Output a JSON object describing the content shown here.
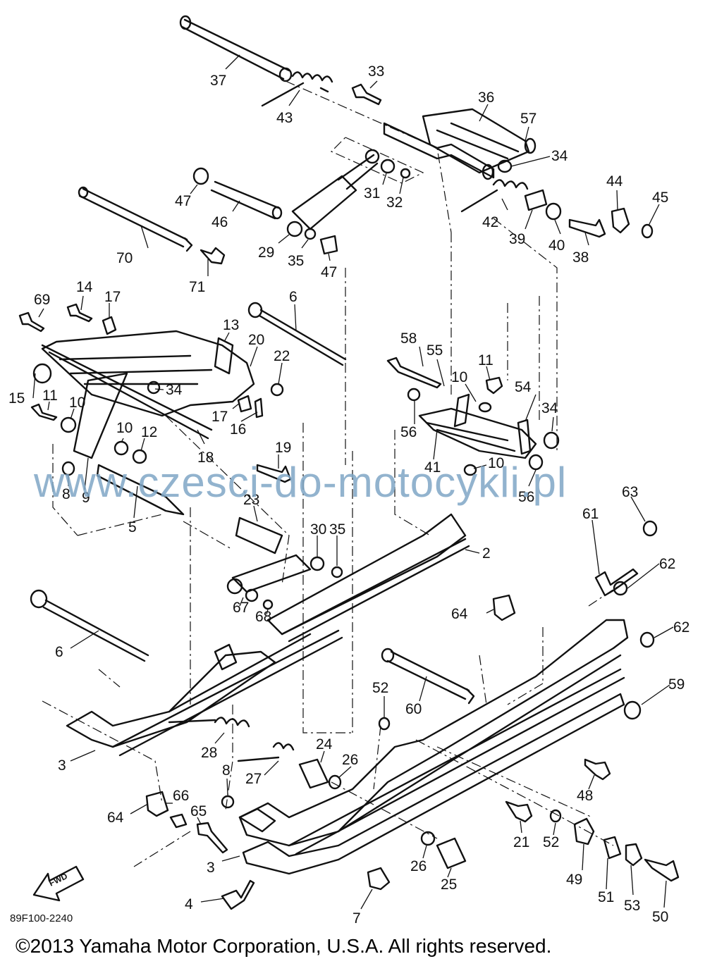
{
  "diagram": {
    "catalog_code": "89F100-2240",
    "copyright": "©2013 Yamaha Motor Corporation, U.S.A. All rights reserved.",
    "watermark": "www.czesci-do-motocykli.pl",
    "fwd_label": "FWD",
    "callouts": [
      {
        "id": "c37",
        "text": "37"
      },
      {
        "id": "c43",
        "text": "43"
      },
      {
        "id": "c33",
        "text": "33"
      },
      {
        "id": "c36",
        "text": "36"
      },
      {
        "id": "c57",
        "text": "57"
      },
      {
        "id": "c34a",
        "text": "34"
      },
      {
        "id": "c44",
        "text": "44"
      },
      {
        "id": "c45",
        "text": "45"
      },
      {
        "id": "c47a",
        "text": "47"
      },
      {
        "id": "c46",
        "text": "46"
      },
      {
        "id": "c31",
        "text": "31"
      },
      {
        "id": "c32",
        "text": "32"
      },
      {
        "id": "c42",
        "text": "42"
      },
      {
        "id": "c39",
        "text": "39"
      },
      {
        "id": "c40",
        "text": "40"
      },
      {
        "id": "c38",
        "text": "38"
      },
      {
        "id": "c70",
        "text": "70"
      },
      {
        "id": "c29",
        "text": "29"
      },
      {
        "id": "c35a",
        "text": "35"
      },
      {
        "id": "c47b",
        "text": "47"
      },
      {
        "id": "c71",
        "text": "71"
      },
      {
        "id": "c69",
        "text": "69"
      },
      {
        "id": "c14",
        "text": "14"
      },
      {
        "id": "c17a",
        "text": "17"
      },
      {
        "id": "c6a",
        "text": "6"
      },
      {
        "id": "c13",
        "text": "13"
      },
      {
        "id": "c20",
        "text": "20"
      },
      {
        "id": "c22",
        "text": "22"
      },
      {
        "id": "c58",
        "text": "58"
      },
      {
        "id": "c55",
        "text": "55"
      },
      {
        "id": "c11a",
        "text": "11"
      },
      {
        "id": "c10a",
        "text": "10"
      },
      {
        "id": "c54",
        "text": "54"
      },
      {
        "id": "c15",
        "text": "15"
      },
      {
        "id": "c11b",
        "text": "11"
      },
      {
        "id": "c10b",
        "text": "10"
      },
      {
        "id": "c34b",
        "text": "34"
      },
      {
        "id": "c17b",
        "text": "17"
      },
      {
        "id": "c16",
        "text": "16"
      },
      {
        "id": "c56a",
        "text": "56"
      },
      {
        "id": "c34c",
        "text": "34"
      },
      {
        "id": "c10c",
        "text": "10"
      },
      {
        "id": "c12",
        "text": "12"
      },
      {
        "id": "c19",
        "text": "19"
      },
      {
        "id": "c18",
        "text": "18"
      },
      {
        "id": "c41",
        "text": "41"
      },
      {
        "id": "c10d",
        "text": "10"
      },
      {
        "id": "c8a",
        "text": "8"
      },
      {
        "id": "c9",
        "text": "9"
      },
      {
        "id": "c5",
        "text": "5"
      },
      {
        "id": "c56b",
        "text": "56"
      },
      {
        "id": "c63",
        "text": "63"
      },
      {
        "id": "c61",
        "text": "61"
      },
      {
        "id": "c23",
        "text": "23"
      },
      {
        "id": "c30",
        "text": "30"
      },
      {
        "id": "c35b",
        "text": "35"
      },
      {
        "id": "c2",
        "text": "2"
      },
      {
        "id": "c62a",
        "text": "62"
      },
      {
        "id": "c67",
        "text": "67"
      },
      {
        "id": "c68",
        "text": "68"
      },
      {
        "id": "c64a",
        "text": "64"
      },
      {
        "id": "c6b",
        "text": "6"
      },
      {
        "id": "c62b",
        "text": "62"
      },
      {
        "id": "c52a",
        "text": "52"
      },
      {
        "id": "c60",
        "text": "60"
      },
      {
        "id": "c59",
        "text": "59"
      },
      {
        "id": "c28",
        "text": "28"
      },
      {
        "id": "c3a",
        "text": "3"
      },
      {
        "id": "c24",
        "text": "24"
      },
      {
        "id": "c26a",
        "text": "26"
      },
      {
        "id": "c8b",
        "text": "8"
      },
      {
        "id": "c27",
        "text": "27"
      },
      {
        "id": "c48",
        "text": "48"
      },
      {
        "id": "c66",
        "text": "66"
      },
      {
        "id": "c64b",
        "text": "64"
      },
      {
        "id": "c65",
        "text": "65"
      },
      {
        "id": "c21",
        "text": "21"
      },
      {
        "id": "c52b",
        "text": "52"
      },
      {
        "id": "c49",
        "text": "49"
      },
      {
        "id": "c3b",
        "text": "3"
      },
      {
        "id": "c26b",
        "text": "26"
      },
      {
        "id": "c25",
        "text": "25"
      },
      {
        "id": "c51",
        "text": "51"
      },
      {
        "id": "c53",
        "text": "53"
      },
      {
        "id": "c50",
        "text": "50"
      },
      {
        "id": "c4",
        "text": "4"
      },
      {
        "id": "c7",
        "text": "7"
      }
    ]
  }
}
